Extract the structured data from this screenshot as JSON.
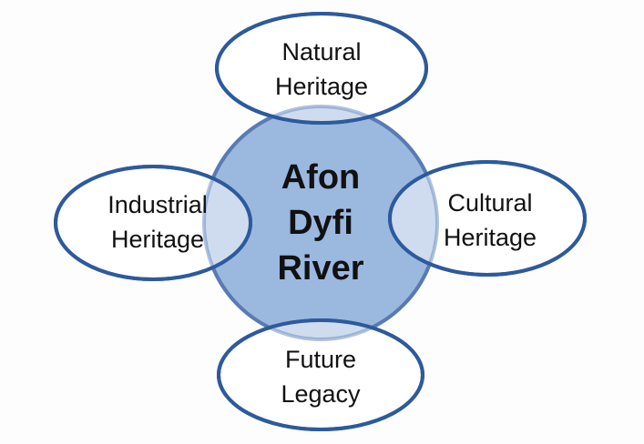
{
  "colors": {
    "center_fill": "#9bb8df",
    "center_stroke": "#3f63a1",
    "outer_fill": "#ffffff",
    "outer_stroke": "#2d5a9c",
    "overlap_fill": "#cfdcef"
  },
  "center": {
    "line1": "Afon",
    "line2": "Dyfi",
    "line3": "River"
  },
  "top": {
    "line1": "Natural",
    "line2": "Heritage"
  },
  "left": {
    "line1": "Industrial",
    "line2": "Heritage"
  },
  "right": {
    "line1": "Cultural",
    "line2": "Heritage"
  },
  "bottom": {
    "line1": "Future",
    "line2": "Legacy"
  }
}
